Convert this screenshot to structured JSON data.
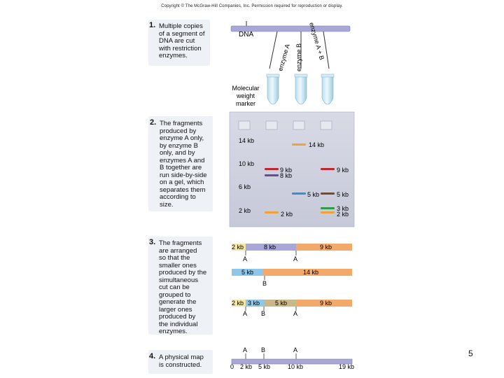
{
  "copyright": "Copyright © The McGraw-Hill Companies, Inc. Permission required for reproduction or display.",
  "page_number": "5",
  "steps": [
    {
      "num": "1.",
      "text": [
        "Multiple copies",
        "of a segment of",
        "DNA are cut",
        "with restriction",
        "enzymes."
      ]
    },
    {
      "num": "2.",
      "text": [
        "The fragments",
        "produced by",
        "enzyme A only,",
        "by enzyme B",
        "only, and by",
        "enzymes A and",
        "B together are",
        "run side-by-side",
        "on a gel, which",
        "separates them",
        "according to",
        "size."
      ]
    },
    {
      "num": "3.",
      "text": [
        "The fragments",
        "are arranged",
        "so that the",
        "smaller ones",
        "produced by the",
        "simultaneous",
        "cut can be",
        "grouped to",
        "generate the",
        "larger ones",
        "produced by",
        "the individual",
        "enzymes."
      ]
    },
    {
      "num": "4.",
      "text": [
        "A physical map",
        "is constructed."
      ]
    }
  ],
  "dna_label": "DNA",
  "tube_labels": [
    "enzyme A",
    "enzyme B",
    "enzyme A + B"
  ],
  "marker_label": [
    "Molecular",
    "weight",
    "marker"
  ],
  "gel": {
    "marker_ladder": [
      "14 kb",
      "10 kb",
      "6 kb",
      "2 kb"
    ],
    "lane_A": [
      "9 kb",
      "8 kb",
      "2 kb"
    ],
    "lane_B": [
      "14 kb",
      "5 kb"
    ],
    "lane_AB": [
      "9 kb",
      "5 kb",
      "3 kb",
      "2 kb"
    ]
  },
  "arrangement": {
    "row1": {
      "segments": [
        "2 kb",
        "8 kb",
        "9 kb"
      ],
      "sites": [
        "A",
        "A"
      ]
    },
    "row2": {
      "segments": [
        "5 kb",
        "14 kb"
      ],
      "sites": [
        "B"
      ]
    },
    "row3": {
      "segments": [
        "2 kb",
        "3 kb",
        "5 kb",
        "9 kb"
      ],
      "sites": [
        "A",
        "B",
        "A"
      ]
    }
  },
  "map": {
    "sites": [
      "A",
      "B",
      "A"
    ],
    "positions": [
      "0",
      "2 kb",
      "5 kb",
      "10 kb",
      "19 kb"
    ]
  },
  "colors": {
    "dna": "#a9a7d6",
    "gel": "#cdd0de",
    "band_red": "#c0272d",
    "band_purple": "#6a4c9c",
    "band_orange": "#f0a23a",
    "band_blue": "#3a8fd0",
    "band_green": "#2e9a4a",
    "band_brown": "#7a4a24",
    "seg_yellow": "#f2e6a8",
    "seg_purple": "#a9a7d6",
    "seg_orange": "#f3a96a",
    "seg_blue": "#8ec7ea",
    "seg_tan": "#c9b88a"
  }
}
